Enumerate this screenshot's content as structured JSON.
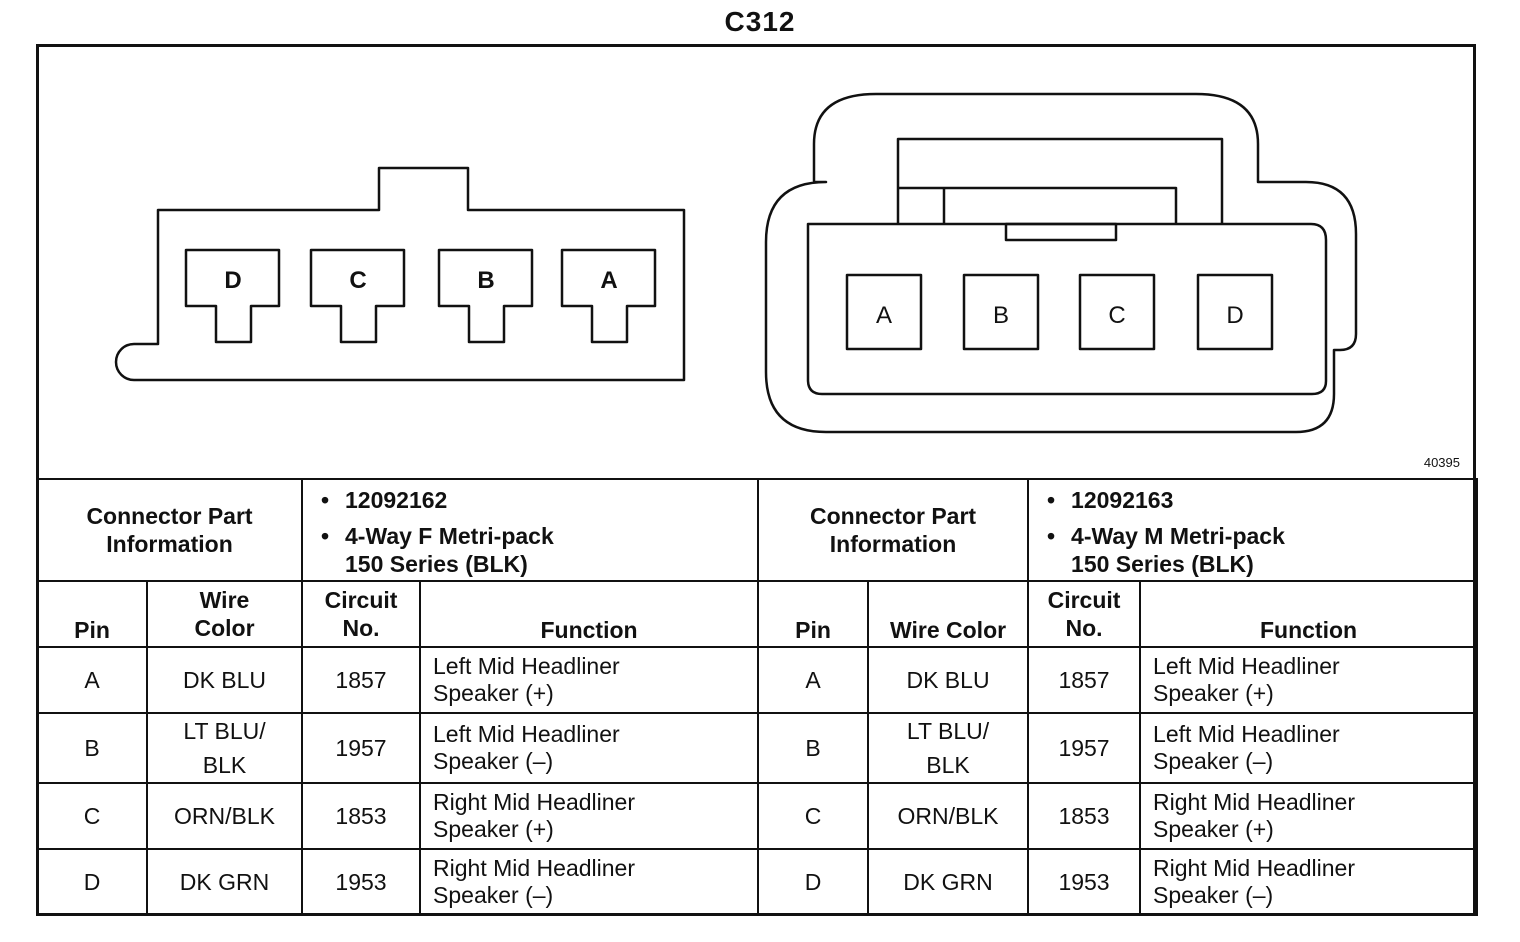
{
  "title": "C312",
  "figure_number": "40395",
  "female_connector": {
    "cavities": [
      "D",
      "C",
      "B",
      "A"
    ]
  },
  "male_connector": {
    "cavities": [
      "A",
      "B",
      "C",
      "D"
    ]
  },
  "headers": {
    "connector_part_information": "Connector Part Information",
    "pin": "Pin",
    "wire_color_left": "Wire Color",
    "wire_color_right": "Wire Color",
    "circuit_no": "Circuit No.",
    "function": "Function"
  },
  "left_part": {
    "part_number": "12092162",
    "description": "4-Way F Metri-pack 150 Series (BLK)"
  },
  "right_part": {
    "part_number": "12092163",
    "description": "4-Way M Metri-pack 150 Series (BLK)"
  },
  "rows": [
    {
      "pin": "A",
      "wire_color": "DK BLU",
      "circuit": "1857",
      "function": "Left Mid Headliner Speaker (+)"
    },
    {
      "pin": "B",
      "wire_color": "LT BLU/ BLK",
      "circuit": "1957",
      "function": "Left Mid Headliner Speaker (–)"
    },
    {
      "pin": "C",
      "wire_color": "ORN/BLK",
      "circuit": "1853",
      "function": "Right Mid Headliner Speaker (+)"
    },
    {
      "pin": "D",
      "wire_color": "DK GRN",
      "circuit": "1953",
      "function": "Right Mid Headliner Speaker (–)"
    }
  ]
}
